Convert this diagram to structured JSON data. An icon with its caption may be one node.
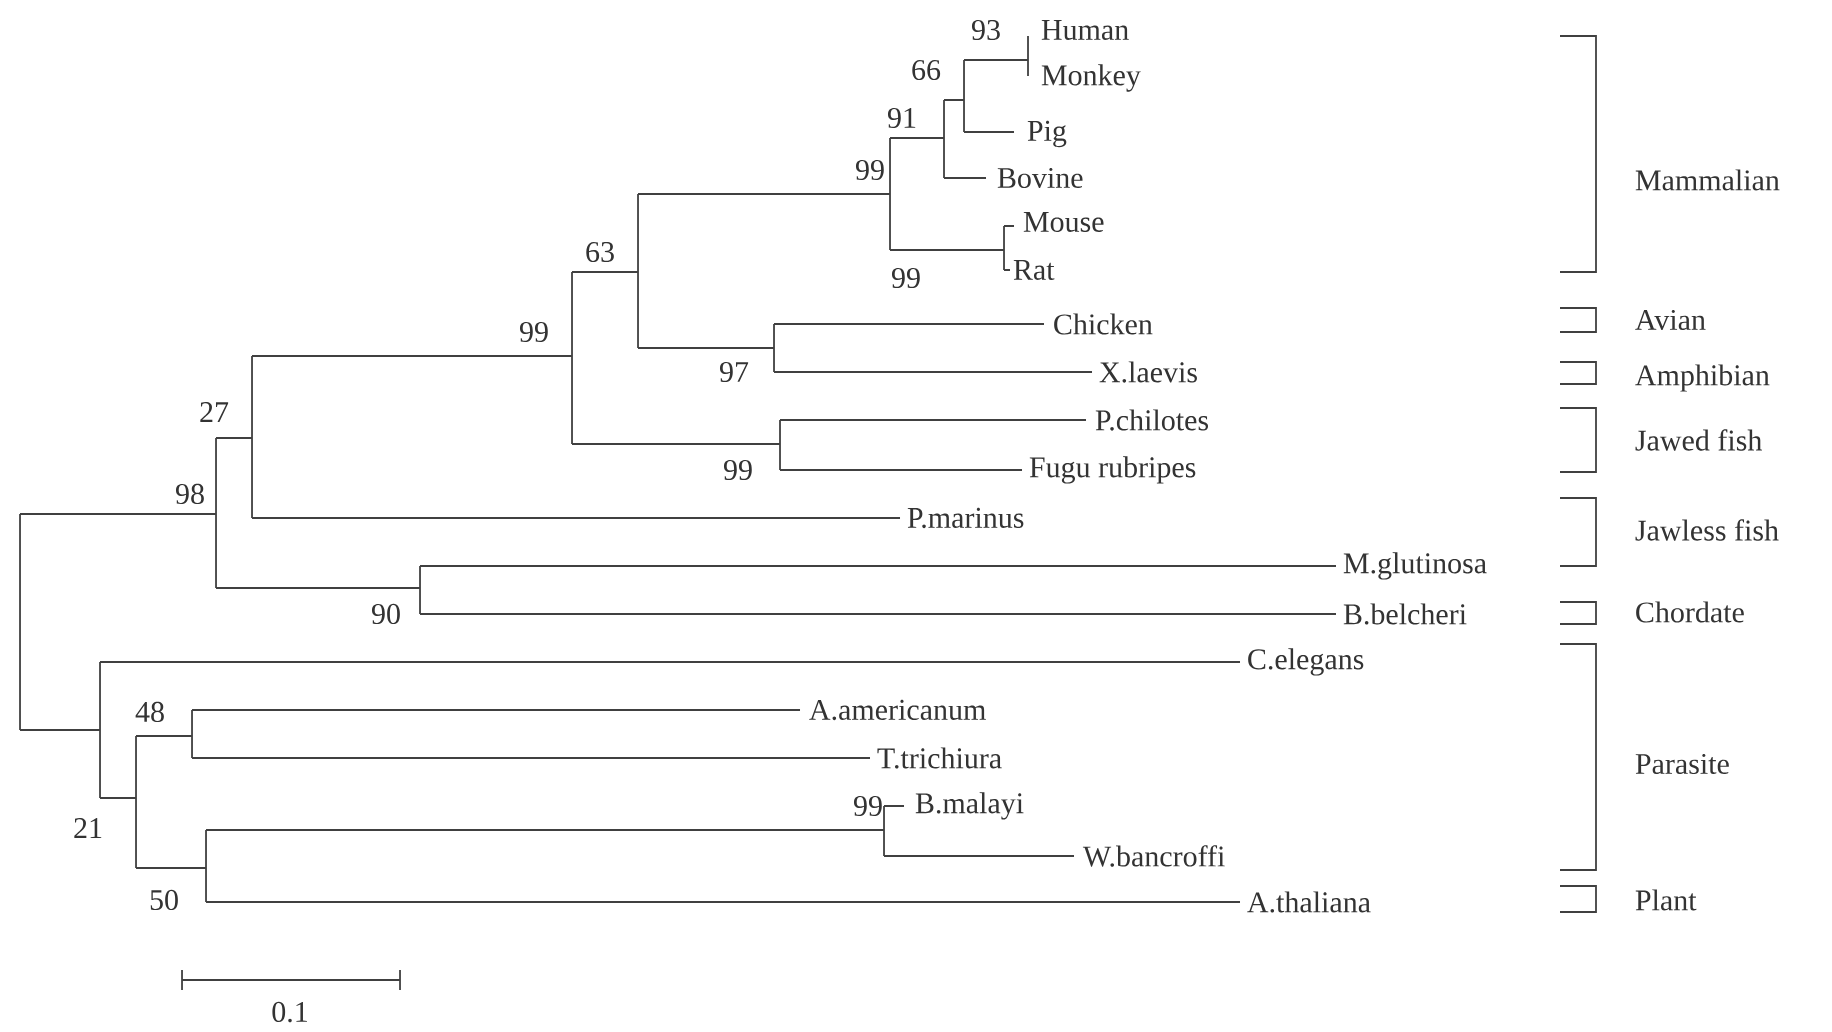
{
  "diagram": {
    "labels": [
      "93",
      "Human",
      "66",
      "Monkey",
      "91",
      "Pig",
      "Mammalian",
      "99",
      "Bovine",
      "Mouse",
      "63",
      "Rat",
      "99",
      "99",
      "Chicken",
      "Avian",
      "97",
      "X.laevis",
      "Amphibian",
      "P.chilotes",
      "Jawed fish",
      "27",
      "99",
      "Fugu rubripes",
      "98",
      "P.marinus",
      "Jawless fish",
      "M.glutinosa",
      "90",
      "B.belcheri",
      "Chordate",
      "C.elegans",
      "48",
      "A.americanum",
      "T.trichiura",
      "Parasite",
      "99",
      "B.malayi",
      "21",
      "W.bancroffi",
      "50",
      "A.thaliana",
      "Plant",
      "0.1"
    ]
  }
}
